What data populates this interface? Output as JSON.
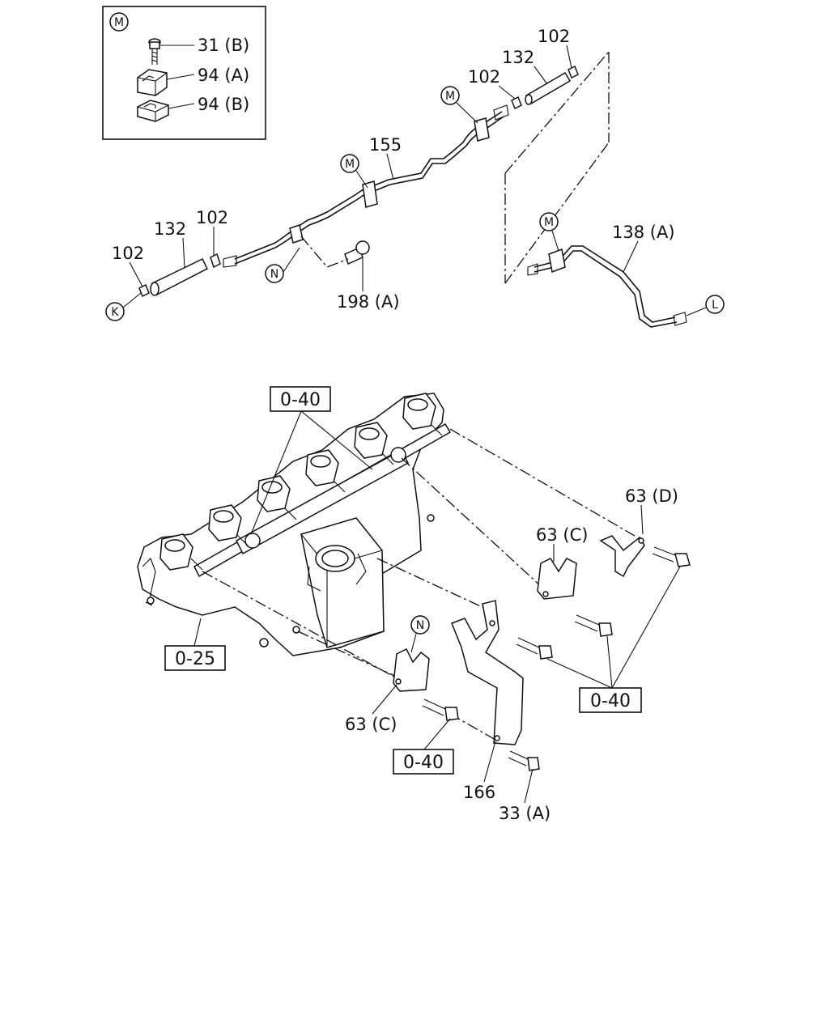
{
  "inset": {
    "marker": "M",
    "labels": [
      "31 (B)",
      "94 (A)",
      "94 (B)"
    ]
  },
  "callouts": {
    "m1": "M",
    "m2": "M",
    "m3": "M",
    "n1": "N",
    "n2": "N",
    "k": "K",
    "l": "L"
  },
  "parts": {
    "p102_a": "102",
    "p102_b": "102",
    "p132_a": "132",
    "p155": "155",
    "p132_b": "132",
    "p102_c": "102",
    "p102_d": "102",
    "p198": "198 (A)",
    "p138": "138 (A)",
    "p63d": "63 (D)",
    "p63c_a": "63 (C)",
    "p63c_b": "63 (C)",
    "p166": "166",
    "p33": "33 (A)"
  },
  "refs": {
    "r040_top": "0-40",
    "r025": "0-25",
    "r040_right": "0-40",
    "r040_bottom": "0-40"
  }
}
